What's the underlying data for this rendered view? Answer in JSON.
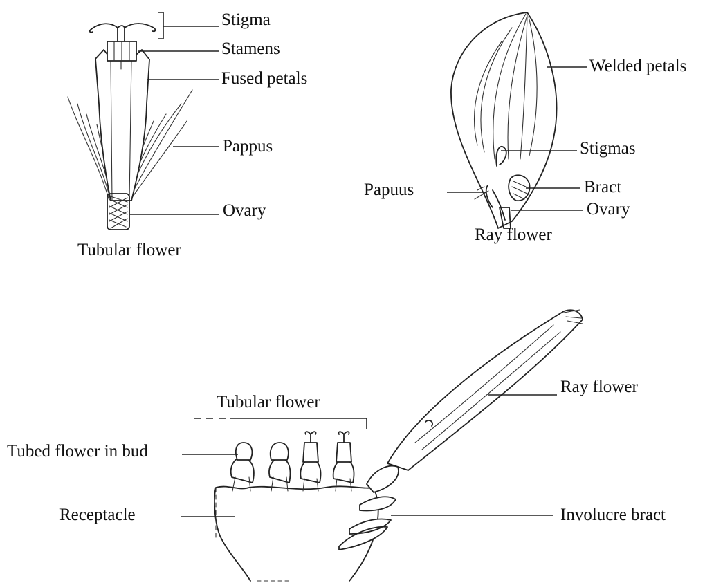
{
  "tubular_flower": {
    "title": "Tubular flower",
    "labels": {
      "stigma": "Stigma",
      "stamens": "Stamens",
      "fused_petals": "Fused petals",
      "pappus": "Pappus",
      "ovary": "Ovary"
    }
  },
  "ray_flower": {
    "title": "Ray flower",
    "labels": {
      "welded_petals": "Welded petals",
      "stigmas": "Stigmas",
      "bract": "Bract",
      "ovary": "Ovary",
      "papuus": "Papuus"
    }
  },
  "flower_head": {
    "labels": {
      "tubular_flower": "Tubular flower",
      "ray_flower": "Ray flower",
      "tubed_flower_in_bud": "Tubed flower in bud",
      "receptacle": "Receptacle",
      "involucre_bract": "Involucre bract"
    }
  }
}
